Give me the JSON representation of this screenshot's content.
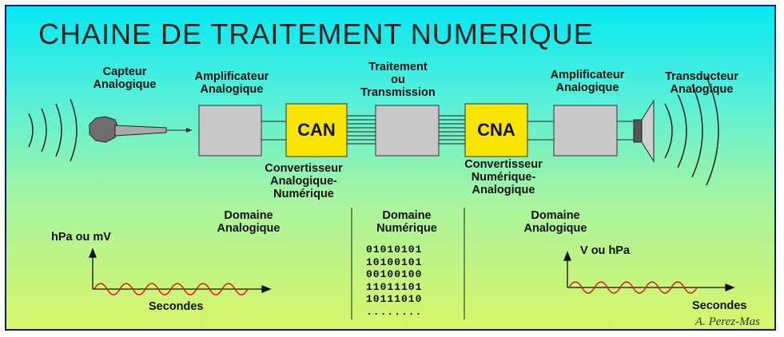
{
  "title": "CHAINE DE TRAITEMENT NUMERIQUE",
  "labels": {
    "capteur": [
      "Capteur",
      "Analogique"
    ],
    "amp1": [
      "Amplificateur",
      "Analogique"
    ],
    "traitement": [
      "Traitement",
      "ou",
      "Transmission"
    ],
    "amp2": [
      "Amplificateur",
      "Analogique"
    ],
    "transducteur": [
      "Transducteur",
      "Analogique"
    ],
    "can": "CAN",
    "cna": "CNA",
    "can_full": [
      "Convertisseur",
      "Analogique-",
      "Numérique"
    ],
    "cna_full": [
      "Convertisseur",
      "Numérique-",
      "Analogique"
    ]
  },
  "domains": {
    "left": [
      "Domaine",
      "Analogique"
    ],
    "center": [
      "Domaine",
      "Numérique"
    ],
    "right": [
      "Domaine",
      "Analogique"
    ]
  },
  "binary": [
    "01010101",
    "10100101",
    "00100100",
    "11011101",
    "10111010",
    "........"
  ],
  "graphs": {
    "left_ylabel": "hPa ou mV",
    "left_xlabel": "Secondes",
    "right_ylabel": "V ou hPa",
    "right_xlabel": "Secondes"
  },
  "signature": "A. Perez-Mas",
  "colors": {
    "converter_fill": "#f8e400",
    "block_fill": "#c8c8c8",
    "wave": "#e01010",
    "background_top": "#06e8f2",
    "background_bottom": "#d9f56a"
  }
}
